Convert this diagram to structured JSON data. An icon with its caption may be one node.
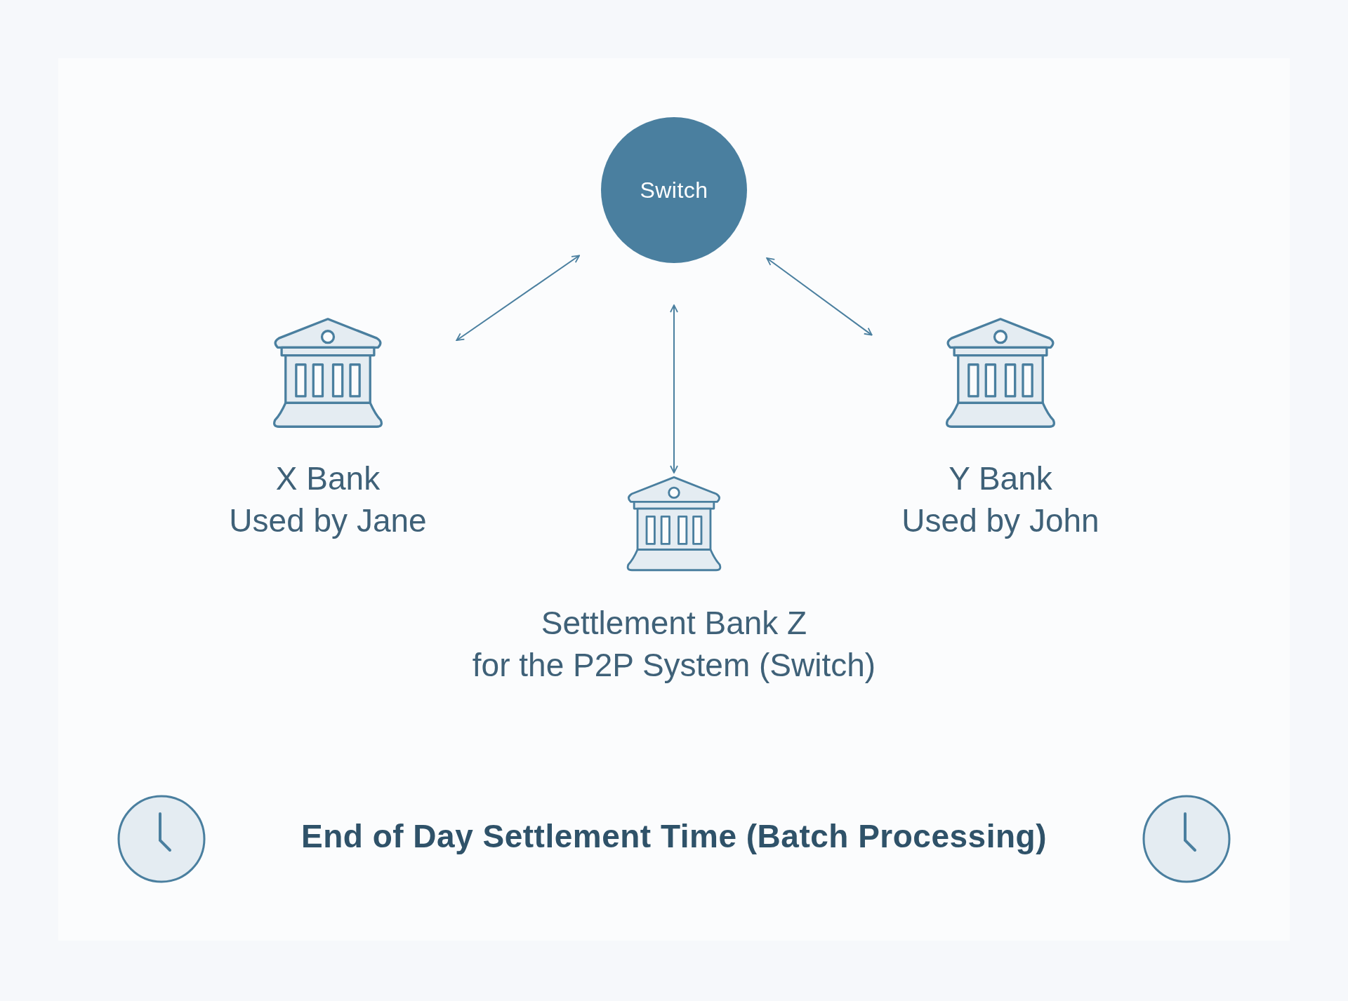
{
  "diagram": {
    "nodes": [
      {
        "text": [
          "Switch"
        ]
      },
      {
        "text": [
          "X Bank",
          "Used by Jane"
        ]
      },
      {
        "text": [
          "Y Bank",
          "Used by John"
        ]
      },
      {
        "text": [
          "Settlement Bank Z",
          "for the P2P System (Switch)"
        ]
      }
    ],
    "edges": [
      {
        "from": 0,
        "to": 1,
        "arrow": "both"
      },
      {
        "from": 0,
        "to": 3,
        "arrow": "both"
      },
      {
        "from": 0,
        "to": 2,
        "arrow": "both"
      }
    ],
    "labels": [
      "End of Day Settlement Time (Batch Processing)"
    ]
  }
}
